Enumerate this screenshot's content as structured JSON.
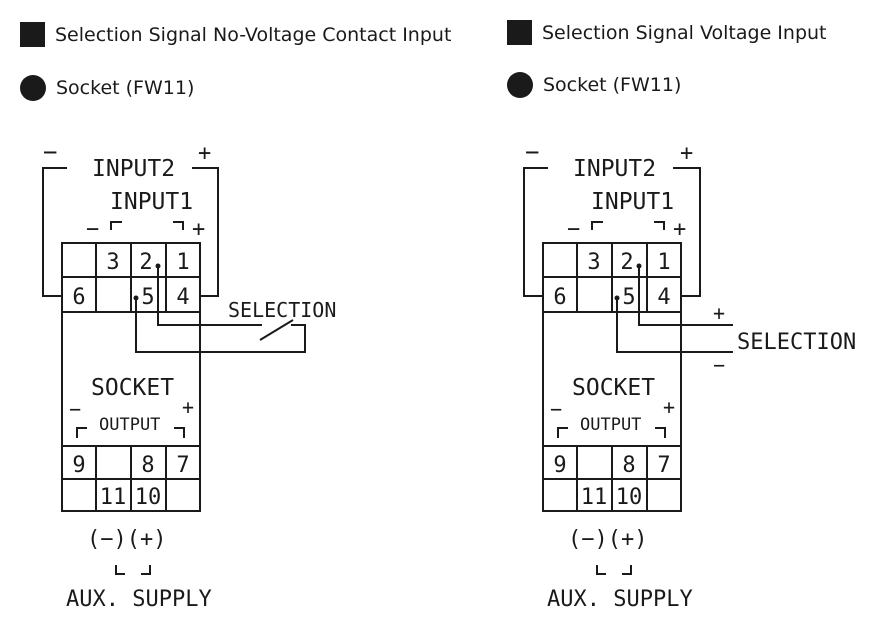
{
  "left": {
    "heading": "Selection Signal No-Voltage Contact Input",
    "socket_label": "Socket (FW11)",
    "input2": "INPUT2",
    "input1": "INPUT1",
    "minus": "−",
    "plus": "+",
    "selection": "SELECTION",
    "socket": "SOCKET",
    "output": "OUTPUT",
    "pins": {
      "p1": "1",
      "p2": "2",
      "p3": "3",
      "p4": "4",
      "p5": "5",
      "p6": "6",
      "p7": "7",
      "p8": "8",
      "p9": "9",
      "p10": "10",
      "p11": "11"
    },
    "aux_polarity": "(−)(+)",
    "aux_supply": "AUX. SUPPLY"
  },
  "right": {
    "heading": "Selection Signal Voltage Input",
    "socket_label": "Socket (FW11)",
    "input2": "INPUT2",
    "input1": "INPUT1",
    "minus": "−",
    "plus": "+",
    "selection": "SELECTION",
    "socket": "SOCKET",
    "output": "OUTPUT",
    "pins": {
      "p1": "1",
      "p2": "2",
      "p3": "3",
      "p4": "4",
      "p5": "5",
      "p6": "6",
      "p7": "7",
      "p8": "8",
      "p9": "9",
      "p10": "10",
      "p11": "11"
    },
    "aux_polarity": "(−)(+)",
    "aux_supply": "AUX. SUPPLY"
  }
}
